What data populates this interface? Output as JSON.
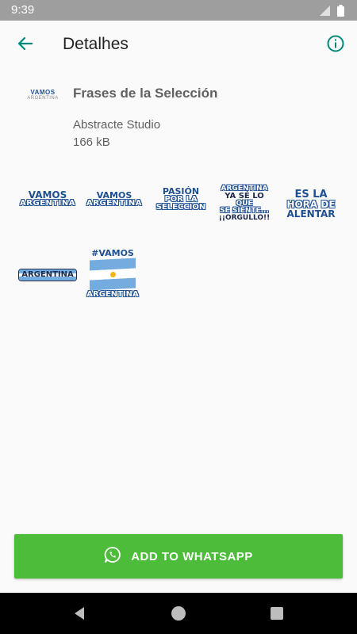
{
  "status": {
    "time": "9:39",
    "icons": [
      "wifi-icon",
      "signal-icon",
      "battery-icon"
    ]
  },
  "app_bar": {
    "title": "Detalhes",
    "back_icon": "arrow-back-icon",
    "info_icon": "info-icon"
  },
  "pack": {
    "logo_top": "VAMOS",
    "logo_bottom": "ARGENTINA",
    "name": "Frases de la Selección",
    "publisher": "Abstracte Studio",
    "size": "166 kB"
  },
  "stickers": [
    {
      "lines": [
        "VAMOS",
        "ARGENTINA"
      ]
    },
    {
      "lines": [
        "VAMOS",
        "ARGENTINA"
      ]
    },
    {
      "lines": [
        "PASIÓN",
        "POR LA",
        "SELECCIÓN"
      ]
    },
    {
      "lines": [
        "ARGENTINA",
        "YA SÉ LO",
        "QUE",
        "SE SIENTE...",
        "¡¡ORGULLO!!"
      ]
    },
    {
      "lines": [
        "ES LA",
        "HORA DE",
        "ALENTAR"
      ]
    },
    {
      "lines": [
        "ARGENTINA"
      ]
    },
    {
      "lines": [
        "#VAMOS",
        "ARGENTINA"
      ]
    }
  ],
  "add_button": {
    "label": "ADD TO WHATSAPP",
    "icon": "whatsapp-icon"
  },
  "colors": {
    "accent": "#00897b",
    "button": "#4cbc3a",
    "sticker_blue": "#1d4f91",
    "flag_blue": "#74acdf"
  }
}
